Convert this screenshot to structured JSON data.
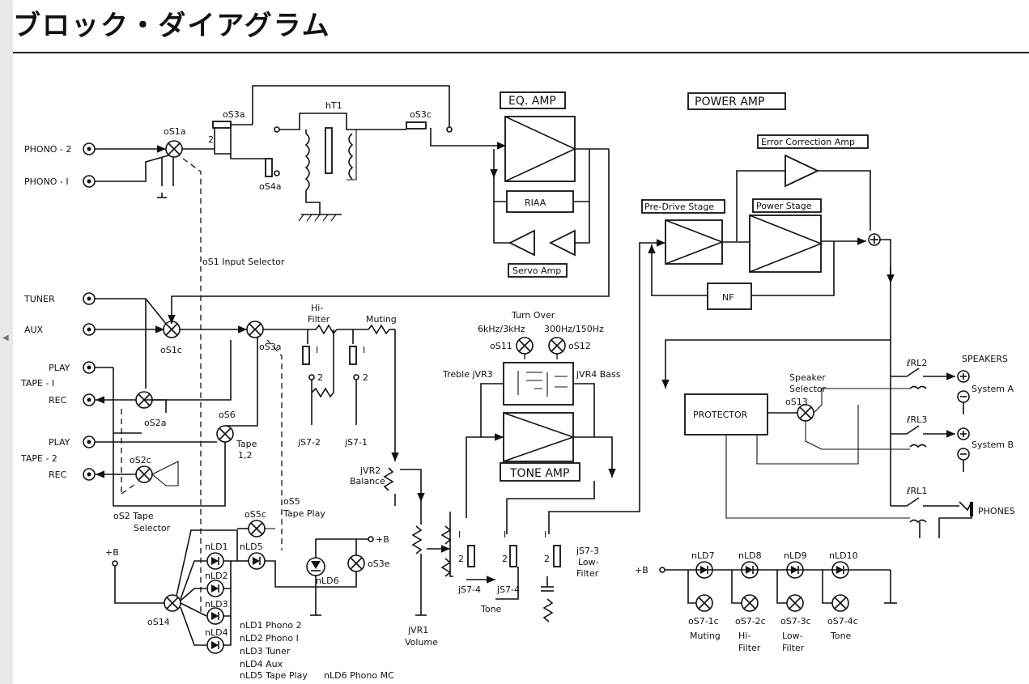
{
  "header": {
    "title": "ブロック・ダイアグラム"
  },
  "labels": {
    "phono2": "PHONO - 2",
    "phono1": "PHONO - I",
    "tuner": "TUNER",
    "aux": "AUX",
    "play1": "PLAY",
    "tape1": "TAPE - I",
    "rec1": "REC",
    "play2": "PLAY",
    "tape2": "TAPE - 2",
    "rec2": "REC",
    "os1a": "oS1a",
    "os3a": "oS3a",
    "os3c": "oS3c",
    "os4a": "oS4a",
    "t1": "hT1",
    "os1_input": "oS1 Input Selector",
    "os1c": "oS1c",
    "os2a": "oS2a",
    "os2c": "oS2c",
    "os2_tape": "oS2 Tape",
    "selector": "Selector",
    "os3a2": "oS3a",
    "os5": "oS5",
    "tape_play": "Tape Play",
    "os6": "oS6",
    "tape12_a": "Tape",
    "tape12_b": "1,2",
    "hi_filter_a": "Hi-",
    "hi_filter_b": "Filter",
    "muting": "Muting",
    "js72": "jS7-2",
    "js71": "jS7-1",
    "jvr2": "jVR2",
    "balance": "Balance",
    "eq_amp": "EQ. AMP",
    "riaa": "RIAA",
    "servo_amp": "Servo Amp",
    "turn_over": "Turn Over",
    "khz": "6kHz/3kHz",
    "hz": "300Hz/150Hz",
    "os11": "oS11",
    "os12": "oS12",
    "treble": "Treble jVR3",
    "bass": "jVR4 Bass",
    "tone_amp": "TONE AMP",
    "power_amp": "POWER AMP",
    "error_amp": "Error Correction Amp",
    "pre_drive": "Pre-Drive Stage",
    "power_stage": "Power Stage",
    "nf": "NF",
    "protector": "PROTECTOR",
    "speaker_sel_a": "Speaker",
    "speaker_sel_b": "Selector",
    "os13": "oS13",
    "rl2": "ℓRL2",
    "rl3": "ℓRL3",
    "rl1": "ℓRL1",
    "speakers": "SPEAKERS",
    "system_a": "System A",
    "system_b": "System B",
    "phones": "PHONES",
    "os5c": "oS5c",
    "os3e": "oS3e",
    "plus_b": "+B",
    "os14": "oS14",
    "nld1": "nLD1",
    "nld2": "nLD2",
    "nld3": "nLD3",
    "nld4": "nLD4",
    "nld5": "nLD5",
    "nld6": "nLD6",
    "legend1": "nLD1 Phono 2",
    "legend2": "nLD2 Phono I",
    "legend3": "nLD3 Tuner",
    "legend4": "nLD4 Aux",
    "legend5": "nLD5 Tape Play",
    "legend6": "nLD6 Phono MC",
    "jvr1": "jVR1",
    "volume": "Volume",
    "js74a": "jS7-4",
    "js74b": "jS7-4",
    "tone": "Tone",
    "js73": "jS7-3",
    "low": "Low-",
    "filter": "Filter",
    "nld7": "nLD7",
    "nld8": "nLD8",
    "nld9": "nLD9",
    "nld10": "nLD10",
    "os71c": "oS7-1c",
    "os72c": "oS7-2c",
    "os73c": "oS7-3c",
    "os74c": "oS7-4c",
    "muting2": "Muting",
    "hi2": "Hi-",
    "filter2": "Filter",
    "low2": "Low-",
    "filter3": "Filter",
    "tone2": "Tone",
    "one": "I",
    "two": "2"
  }
}
